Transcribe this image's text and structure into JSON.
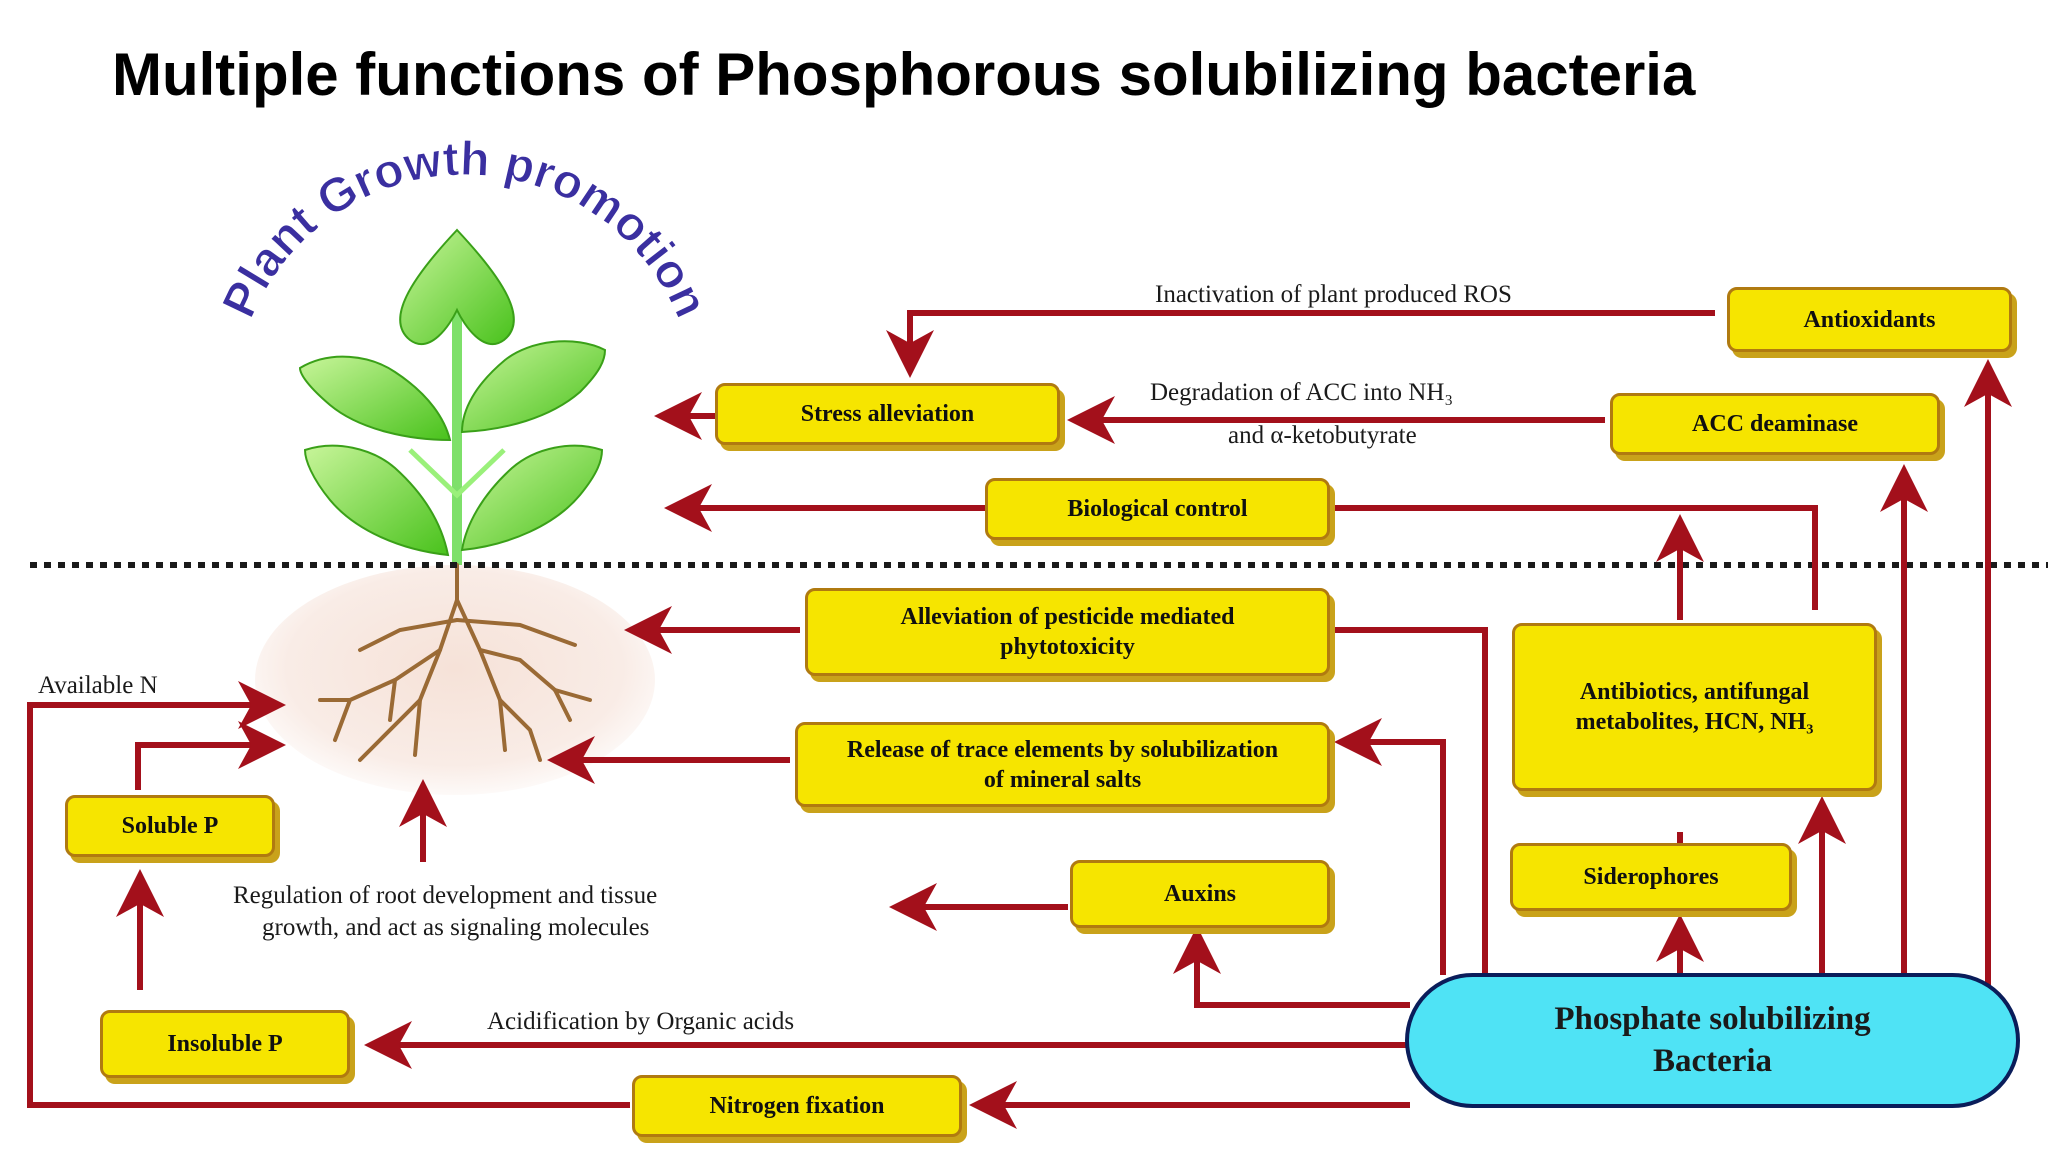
{
  "title": "Multiple functions of Phosphorous solubilizing bacteria",
  "diagram": {
    "arc_label": "Plant Growth promotion",
    "boxes": {
      "antioxidants": "Antioxidants",
      "stress_alleviation": "Stress alleviation",
      "acc_deaminase": "ACC deaminase",
      "biological_control": "Biological control",
      "pesticide": "Alleviation of pesticide mediated phytotoxicity",
      "antibiotics": "Antibiotics, antifungal metabolites, HCN, NH₃",
      "trace_elements": "Release of trace elements by solubilization of mineral salts",
      "soluble_p": "Soluble P",
      "siderophores": "Siderophores",
      "auxins": "Auxins",
      "insoluble_p": "Insoluble P",
      "nitrogen_fixation": "Nitrogen fixation",
      "psb": "Phosphate solubilizing Bacteria"
    },
    "labels": {
      "ros": "Inactivation of plant produced ROS",
      "acc_line1": "Degradation of ACC into NH₃",
      "acc_line2": "and α-ketobutyrate",
      "available_n": "Available N",
      "regulation_line1": "Regulation of root development and tissue",
      "regulation_line2": "growth, and act as signaling molecules",
      "acidification": "Acidification by Organic acids"
    },
    "colors": {
      "arrow": "#a3101b",
      "box_fill": "#f6e500",
      "psb_fill": "#4fe3f5",
      "leaf": "#7fdc3a",
      "arc_text": "#3a2fa0"
    }
  }
}
